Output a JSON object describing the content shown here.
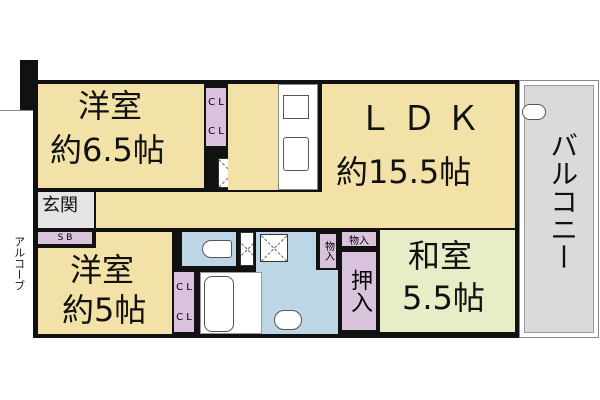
{
  "rooms": {
    "western1": {
      "name": "洋室",
      "size": "約6.5帖"
    },
    "western2": {
      "name": "洋室",
      "size": "約5帖"
    },
    "ldk": {
      "name": "ＬＤＫ",
      "size": "約15.5帖"
    },
    "japanese": {
      "name": "和室",
      "size": "5.5帖"
    },
    "entrance": {
      "name": "玄関"
    },
    "balcony": {
      "name": "バルコニー"
    },
    "alcove": {
      "name": "アルコーブ"
    }
  },
  "storage": {
    "cl": "C L",
    "sb": "S B",
    "monoire": "物入",
    "oshiire": "押入"
  },
  "colors": {
    "room": "#f2e2a8",
    "closet": "#d9c3dc",
    "wet_area": "#bcd6e6",
    "japanese_room": "#e8edc8",
    "balcony": "#dadada",
    "wall": "#111111"
  }
}
